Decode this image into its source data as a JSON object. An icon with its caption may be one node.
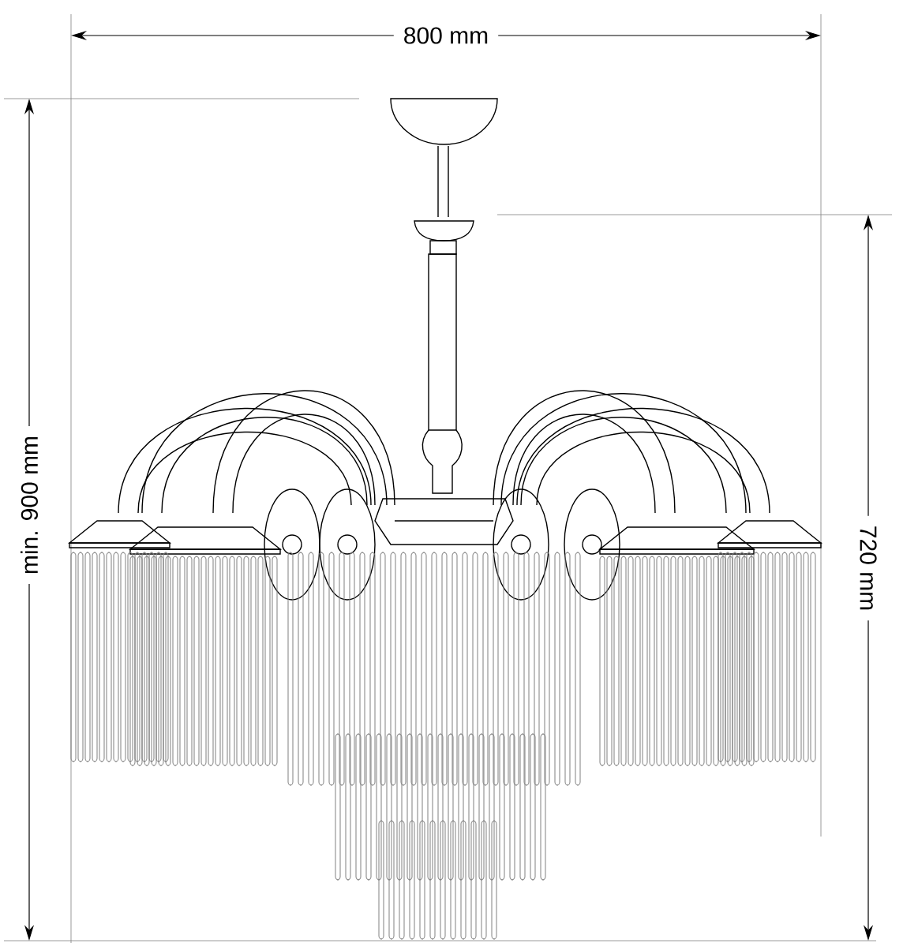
{
  "diagram": {
    "labels": [
      "800 mm",
      "min. 900 mm",
      "720 mm"
    ]
  }
}
